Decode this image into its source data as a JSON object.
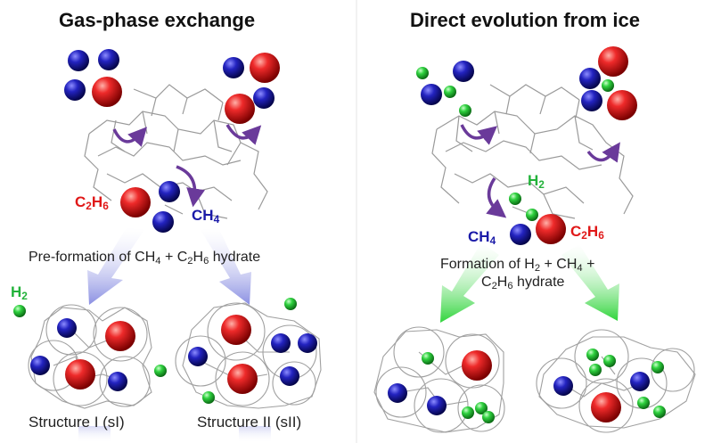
{
  "panels": {
    "left": {
      "title": "Gas-phase exchange",
      "ethane": {
        "main": "C",
        "sub1": "2",
        "mid": "H",
        "sub2": "6"
      },
      "methane": {
        "main": "CH",
        "sub": "4"
      },
      "caption": {
        "pre": "Pre-formation of CH",
        "sub1": "4",
        "mid": " + C",
        "sub2": "2",
        "mid2": "H",
        "sub3": "6",
        "post": " hydrate"
      },
      "hydrogen": {
        "main": "H",
        "sub": "2"
      },
      "structures": [
        "Structure I (sI)",
        "Structure II (sII)"
      ]
    },
    "right": {
      "title": "Direct evolution from ice",
      "hydrogen": {
        "main": "H",
        "sub": "2"
      },
      "methane": {
        "main": "CH",
        "sub": "4"
      },
      "ethane": {
        "main": "C",
        "sub1": "2",
        "mid": "H",
        "sub2": "6"
      },
      "caption_line1": {
        "pre": "Formation of H",
        "sub1": "2",
        "mid": " + CH",
        "sub2": "4",
        "post": " +"
      },
      "caption_line2": {
        "pre": "C",
        "sub1": "2",
        "mid": "H",
        "sub2": "6",
        "post": " hydrate"
      }
    }
  },
  "colors": {
    "ethane": "#e01818",
    "methane": "#1a1aa8",
    "hydrogen": "#22c03a",
    "arrow_left": "#8f93e0",
    "arrow_right": "#33d63d",
    "rotation": "#6a3a9a"
  },
  "icons": [
    "rotation-arrow-icon",
    "down-arrow-icon"
  ]
}
